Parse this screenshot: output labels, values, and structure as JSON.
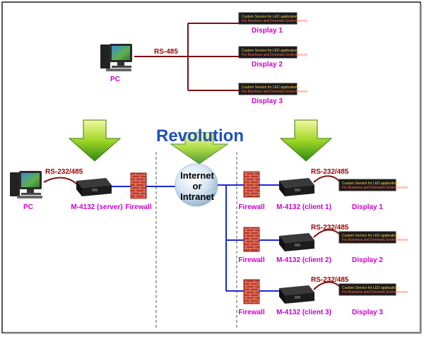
{
  "heading": "Revolution",
  "top": {
    "pc_label": "PC",
    "bus_label": "RS-485",
    "displays": [
      "Display 1",
      "Display 2",
      "Display 3"
    ]
  },
  "bottom": {
    "pc_label": "PC",
    "server_bus_label": "RS-232/485",
    "server_label": "M-4132 (server)",
    "firewall_label": "Firewall",
    "network_line1": "Internet",
    "network_line2": "or",
    "network_line3": "Intranet",
    "clients": [
      {
        "bus_label": "RS-232/485",
        "firewall_label": "Firewall",
        "device_label": "M-4132 (client 1)",
        "display_label": "Display 1"
      },
      {
        "bus_label": "RS-232/485",
        "firewall_label": "Firewall",
        "device_label": "M-4132 (client 2)",
        "display_label": "Display 2"
      },
      {
        "bus_label": "RS-232/485",
        "firewall_label": "Firewall",
        "device_label": "M-4132 (client 3)",
        "display_label": "Display 3"
      }
    ]
  },
  "led_text": {
    "line1": "Custom Service for LED applications",
    "line2": "For Business and Domestic Environments"
  },
  "colors": {
    "border": "#555555",
    "rs485_line": "#7a1010",
    "network_line": "#1a2ad6",
    "label": "#cc00cc",
    "accent_text": "#1e4fbf",
    "arrow": "#7cc61a"
  }
}
